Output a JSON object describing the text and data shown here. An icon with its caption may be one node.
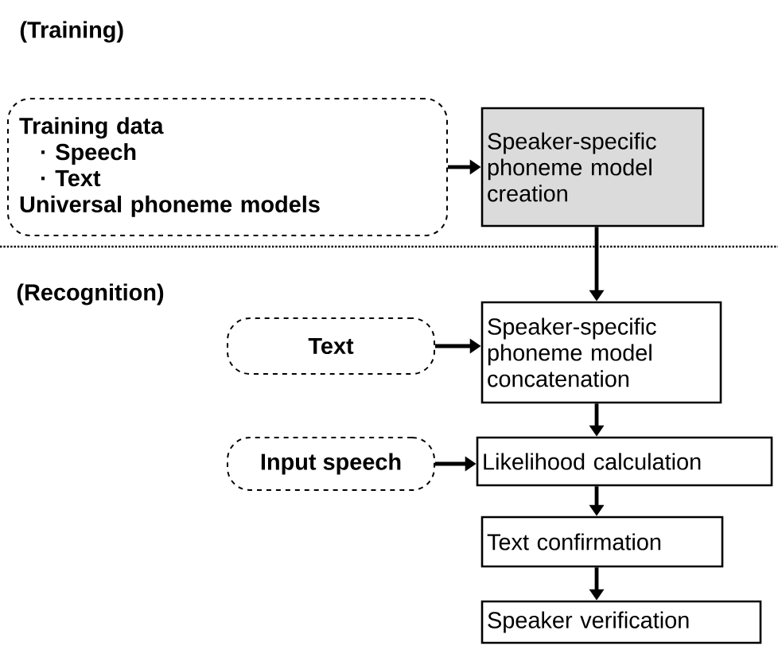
{
  "diagram": {
    "nodes": [
      {
        "text": [
          "Training data",
          "· Speech",
          "· Text",
          "Universal phoneme models"
        ]
      },
      {
        "text": [
          "Speaker-specific phoneme model creation"
        ]
      },
      {
        "text": [
          "Text"
        ]
      },
      {
        "text": [
          "Speaker-specific phoneme model concatenation"
        ]
      },
      {
        "text": [
          "Input speech"
        ]
      },
      {
        "text": [
          "Likelihood calculation"
        ]
      },
      {
        "text": [
          "Text confirmation"
        ]
      },
      {
        "text": [
          "Speaker verification"
        ]
      }
    ],
    "edges": [
      {
        "from": 0,
        "to": 1,
        "arrow": "to"
      },
      {
        "from": 1,
        "to": 3,
        "arrow": "to"
      },
      {
        "from": 2,
        "to": 3,
        "arrow": "to"
      },
      {
        "from": 3,
        "to": 5,
        "arrow": "to"
      },
      {
        "from": 4,
        "to": 5,
        "arrow": "to"
      },
      {
        "from": 5,
        "to": 6,
        "arrow": "to"
      },
      {
        "from": 6,
        "to": 7,
        "arrow": "to"
      }
    ],
    "labels": [
      "(Training)",
      "(Recognition)"
    ]
  }
}
